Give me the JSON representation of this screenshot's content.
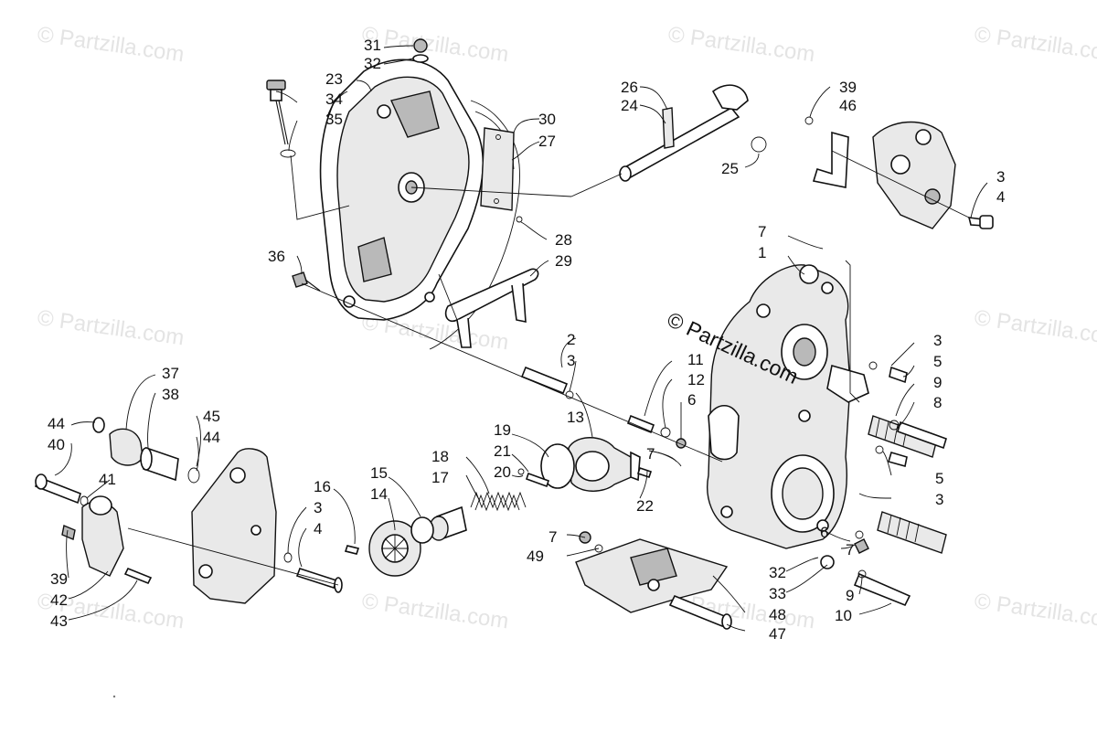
{
  "watermark": {
    "main_text": "© Partzilla.com",
    "tile_text": "© Partzilla.com"
  },
  "callouts": [
    {
      "label": "31"
    },
    {
      "label": "32"
    },
    {
      "label": "23"
    },
    {
      "label": "34"
    },
    {
      "label": "35"
    },
    {
      "label": "30"
    },
    {
      "label": "27"
    },
    {
      "label": "26"
    },
    {
      "label": "24"
    },
    {
      "label": "25"
    },
    {
      "label": "39"
    },
    {
      "label": "46"
    },
    {
      "label": "3"
    },
    {
      "label": "4"
    },
    {
      "label": "28"
    },
    {
      "label": "29"
    },
    {
      "label": "36"
    },
    {
      "label": "7"
    },
    {
      "label": "1"
    },
    {
      "label": "3"
    },
    {
      "label": "5"
    },
    {
      "label": "9"
    },
    {
      "label": "8"
    },
    {
      "label": "2"
    },
    {
      "label": "3"
    },
    {
      "label": "11"
    },
    {
      "label": "12"
    },
    {
      "label": "6"
    },
    {
      "label": "13"
    },
    {
      "label": "37"
    },
    {
      "label": "38"
    },
    {
      "label": "44"
    },
    {
      "label": "40"
    },
    {
      "label": "45"
    },
    {
      "label": "44"
    },
    {
      "label": "41"
    },
    {
      "label": "19"
    },
    {
      "label": "21"
    },
    {
      "label": "20"
    },
    {
      "label": "18"
    },
    {
      "label": "17"
    },
    {
      "label": "15"
    },
    {
      "label": "14"
    },
    {
      "label": "16"
    },
    {
      "label": "3"
    },
    {
      "label": "4"
    },
    {
      "label": "22"
    },
    {
      "label": "7"
    },
    {
      "label": "5"
    },
    {
      "label": "3"
    },
    {
      "label": "7"
    },
    {
      "label": "49"
    },
    {
      "label": "6"
    },
    {
      "label": "7"
    },
    {
      "label": "32"
    },
    {
      "label": "33"
    },
    {
      "label": "48"
    },
    {
      "label": "47"
    },
    {
      "label": "9"
    },
    {
      "label": "10"
    },
    {
      "label": "39"
    },
    {
      "label": "42"
    },
    {
      "label": "43"
    }
  ],
  "colors": {
    "ink": "#111111",
    "watermark": "#e4e4e4",
    "background": "#ffffff"
  }
}
